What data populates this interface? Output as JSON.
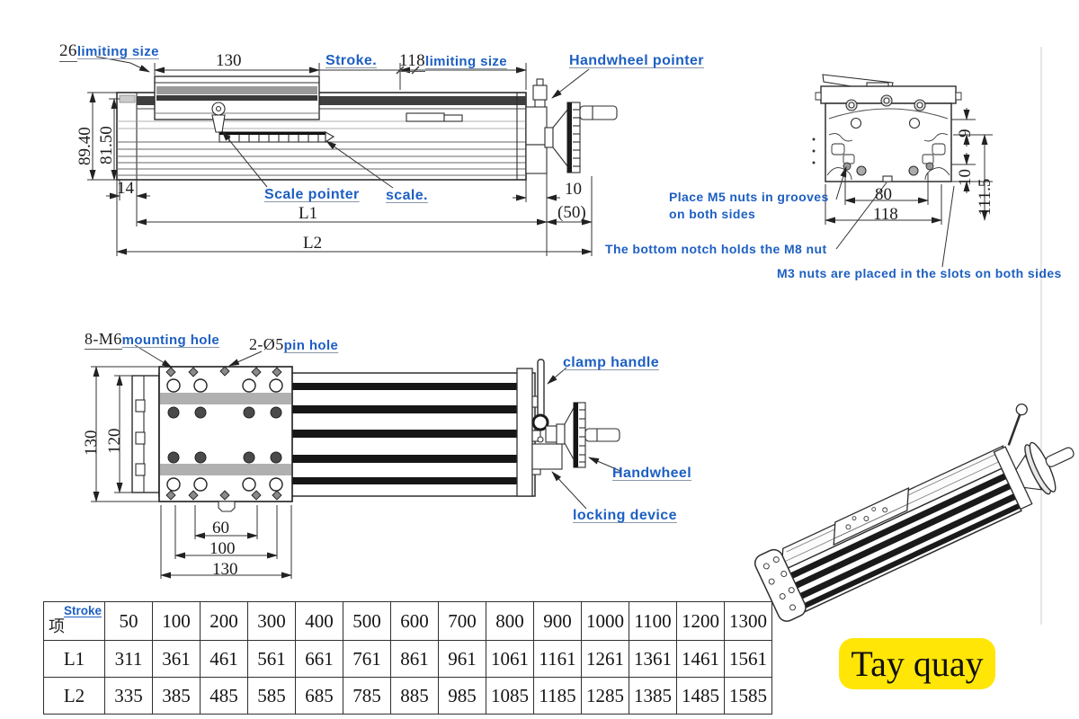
{
  "colors": {
    "label_blue": "#1d5fc2",
    "line_black": "#2e2e2e",
    "badge_yellow": "#ffe606",
    "badge_text": "#101010"
  },
  "side_view": {
    "limit_left_num": "26",
    "limit_left_text": "limiting size",
    "dim_carriage": "130",
    "stroke_label": "Stroke.",
    "limit_right_num": "118",
    "limit_right_text": "limiting size",
    "handwheel_pointer": "Handwheel pointer",
    "dim_height_outer": "89.40",
    "dim_height_inner": "81.50",
    "dim_left_offset": "14",
    "scale_pointer": "Scale pointer",
    "scale_label": "scale.",
    "dim_right_offset": "10",
    "dim_handwheel_len": "(50)",
    "dim_l1": "L1",
    "dim_l2": "L2"
  },
  "end_view": {
    "dim_top": "9",
    "dim_slot": "10",
    "dim_height": "111.5",
    "dim_inner": "80",
    "dim_outer": "118",
    "note_m5_line1": "Place M5 nuts in grooves",
    "note_m5_line2": "on both sides",
    "note_m8": "The bottom notch holds the M8 nut",
    "note_m3": "M3 nuts are placed in the slots on both sides"
  },
  "top_view": {
    "mount_num": "8-M6",
    "mount_text": "mounting hole",
    "pin_num": "2-Ø5",
    "pin_text": "pin hole",
    "dim_width_outer": "130",
    "dim_width_inner": "120",
    "dim_pin_span": "60",
    "dim_mount_span": "100",
    "dim_plate_span": "130",
    "clamp_handle": "clamp handle",
    "handwheel": "Handwheel",
    "locking_device": "locking device"
  },
  "table": {
    "header_stroke": "Stroke",
    "header_item": "项",
    "row_labels": [
      "L1",
      "L2"
    ],
    "strokes": [
      "50",
      "100",
      "200",
      "300",
      "400",
      "500",
      "600",
      "700",
      "800",
      "900",
      "1000",
      "1100",
      "1200",
      "1300"
    ],
    "l1": [
      "311",
      "361",
      "461",
      "561",
      "661",
      "761",
      "861",
      "961",
      "1061",
      "1161",
      "1261",
      "1361",
      "1461",
      "1561"
    ],
    "l2": [
      "335",
      "385",
      "485",
      "585",
      "685",
      "785",
      "885",
      "985",
      "1085",
      "1185",
      "1285",
      "1385",
      "1485",
      "1585"
    ]
  },
  "badge": {
    "text": "Tay quay"
  }
}
